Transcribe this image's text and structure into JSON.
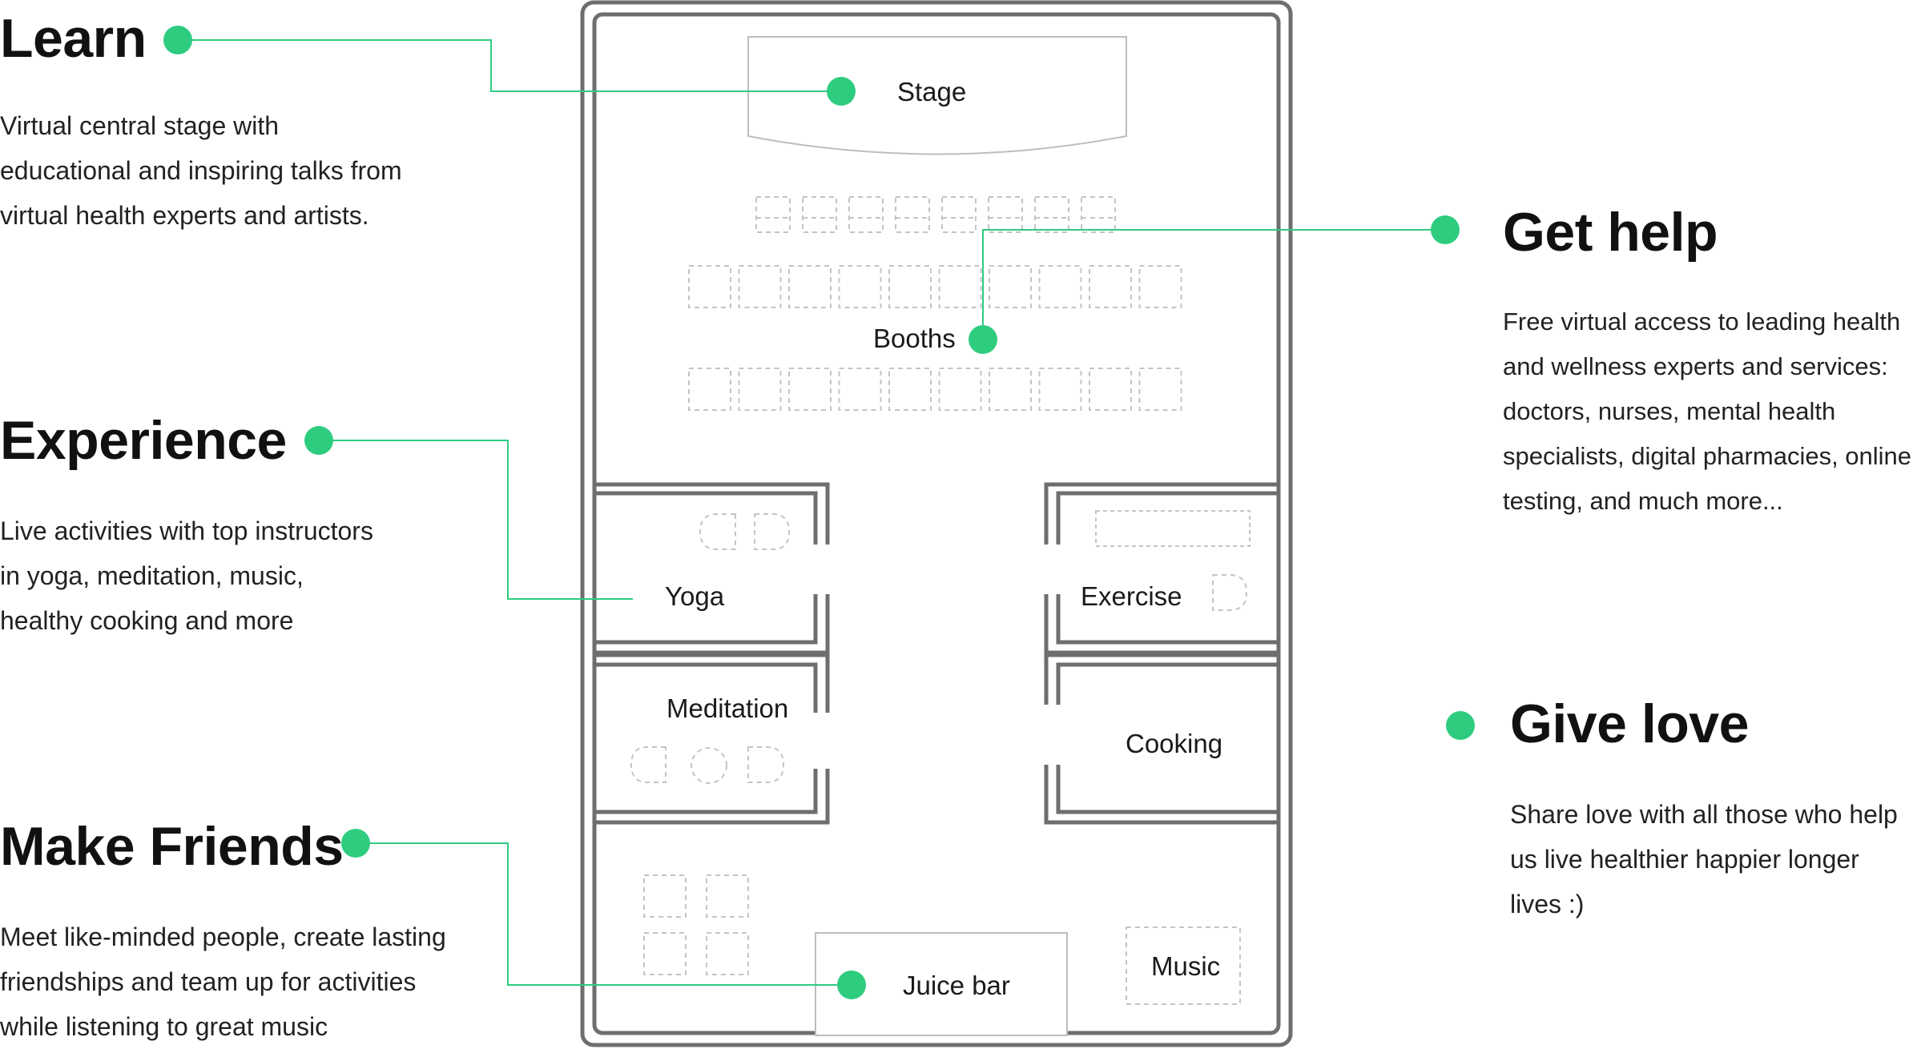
{
  "accent_color": "#2ecc7f",
  "sections": {
    "learn": {
      "heading": "Learn",
      "body": [
        "Virtual central stage with",
        "educational and inspiring talks from",
        "virtual health experts and artists."
      ]
    },
    "experience": {
      "heading": "Experience",
      "body": [
        "Live activities with top instructors",
        "in yoga, meditation, music,",
        "healthy cooking and more"
      ]
    },
    "make_friends": {
      "heading": "Make Friends",
      "body": [
        "Meet like-minded people, create lasting",
        "friendships and team up for activities",
        "while listening to great music"
      ]
    },
    "get_help": {
      "heading": "Get help",
      "body": [
        "Free virtual access to leading health",
        "and wellness experts and services:",
        "doctors, nurses, mental health",
        "specialists, digital pharmacies, online",
        "testing, and much more..."
      ]
    },
    "give_love": {
      "heading": "Give love",
      "body": [
        "Share love with all those who help",
        "us live healthier happier longer",
        "lives :)"
      ]
    }
  },
  "floorplan": {
    "stage": "Stage",
    "booths": "Booths",
    "yoga": "Yoga",
    "exercise": "Exercise",
    "meditation": "Meditation",
    "cooking": "Cooking",
    "juice_bar": "Juice bar",
    "music": "Music"
  }
}
